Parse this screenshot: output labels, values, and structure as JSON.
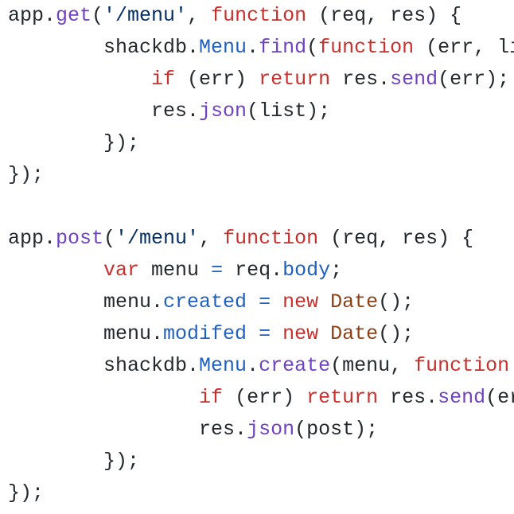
{
  "code": {
    "lines": [
      [
        [
          "app.",
          "plain"
        ],
        [
          "get",
          "fn"
        ],
        [
          "(",
          "plain"
        ],
        [
          "'/menu'",
          "str"
        ],
        [
          ", ",
          "plain"
        ],
        [
          "function",
          "kw"
        ],
        [
          " (req, res) {",
          "plain"
        ]
      ],
      [
        [
          "        shackdb.",
          "plain"
        ],
        [
          "Menu",
          "prop"
        ],
        [
          ".",
          "plain"
        ],
        [
          "find",
          "fn"
        ],
        [
          "(",
          "plain"
        ],
        [
          "function",
          "kw"
        ],
        [
          " (err, li",
          "plain"
        ]
      ],
      [
        [
          "            ",
          "plain"
        ],
        [
          "if",
          "kw"
        ],
        [
          " (err) ",
          "plain"
        ],
        [
          "return",
          "kw"
        ],
        [
          " res.",
          "plain"
        ],
        [
          "send",
          "fn"
        ],
        [
          "(err);",
          "plain"
        ]
      ],
      [
        [
          "            res.",
          "plain"
        ],
        [
          "json",
          "fn"
        ],
        [
          "(list);",
          "plain"
        ]
      ],
      [
        [
          "        });",
          "plain"
        ]
      ],
      [
        [
          "});",
          "plain"
        ]
      ],
      [
        [
          "",
          "plain"
        ]
      ],
      [
        [
          "app.",
          "plain"
        ],
        [
          "post",
          "fn"
        ],
        [
          "(",
          "plain"
        ],
        [
          "'/menu'",
          "str"
        ],
        [
          ", ",
          "plain"
        ],
        [
          "function",
          "kw"
        ],
        [
          " (req, res) {",
          "plain"
        ]
      ],
      [
        [
          "        ",
          "plain"
        ],
        [
          "var",
          "kw"
        ],
        [
          " menu ",
          "plain"
        ],
        [
          "=",
          "prop"
        ],
        [
          " req.",
          "plain"
        ],
        [
          "body",
          "prop"
        ],
        [
          ";",
          "plain"
        ]
      ],
      [
        [
          "        menu.",
          "plain"
        ],
        [
          "created",
          "prop"
        ],
        [
          " ",
          "plain"
        ],
        [
          "=",
          "prop"
        ],
        [
          " ",
          "plain"
        ],
        [
          "new",
          "kw"
        ],
        [
          " ",
          "plain"
        ],
        [
          "Date",
          "type"
        ],
        [
          "();",
          "plain"
        ]
      ],
      [
        [
          "        menu.",
          "plain"
        ],
        [
          "modifed",
          "prop"
        ],
        [
          " ",
          "plain"
        ],
        [
          "=",
          "prop"
        ],
        [
          " ",
          "plain"
        ],
        [
          "new",
          "kw"
        ],
        [
          " ",
          "plain"
        ],
        [
          "Date",
          "type"
        ],
        [
          "();",
          "plain"
        ]
      ],
      [
        [
          "        shackdb.",
          "plain"
        ],
        [
          "Menu",
          "prop"
        ],
        [
          ".",
          "plain"
        ],
        [
          "create",
          "fn"
        ],
        [
          "(menu, ",
          "plain"
        ],
        [
          "function",
          "kw"
        ]
      ],
      [
        [
          "                ",
          "plain"
        ],
        [
          "if",
          "kw"
        ],
        [
          " (err) ",
          "plain"
        ],
        [
          "return",
          "kw"
        ],
        [
          " res.",
          "plain"
        ],
        [
          "send",
          "fn"
        ],
        [
          "(er",
          "plain"
        ]
      ],
      [
        [
          "                res.",
          "plain"
        ],
        [
          "json",
          "fn"
        ],
        [
          "(post);",
          "plain"
        ]
      ],
      [
        [
          "        });",
          "plain"
        ]
      ],
      [
        [
          "});",
          "plain"
        ]
      ]
    ]
  }
}
